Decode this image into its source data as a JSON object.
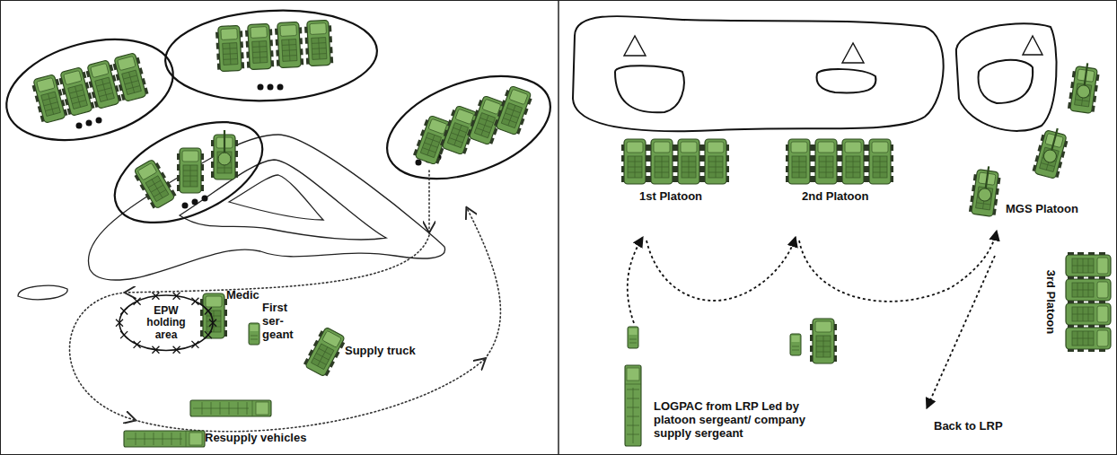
{
  "diagram": {
    "nodes": [
      {
        "text": [
          "EPW holding area"
        ]
      }
    ],
    "labels": [
      "Medic",
      "First ser- geant",
      "Supply truck",
      "Resupply vehicles",
      "1st Platoon",
      "2nd Platoon",
      "MGS Platoon",
      "3rd Platoon",
      "LOGPAC from LRP Led by platoon sergeant/ company supply sergeant",
      "Back to LRP"
    ]
  }
}
